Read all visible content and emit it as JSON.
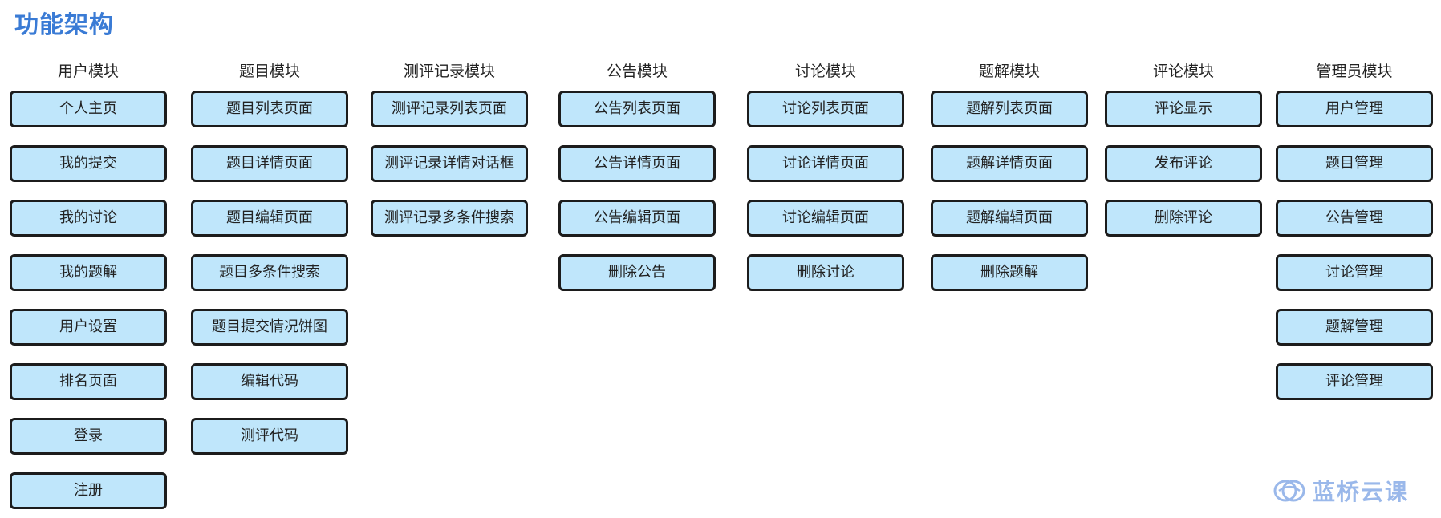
{
  "title": "功能架构",
  "columns": [
    {
      "header": "用户模块",
      "items": [
        "个人主页",
        "我的提交",
        "我的讨论",
        "我的题解",
        "用户设置",
        "排名页面",
        "登录",
        "注册"
      ]
    },
    {
      "header": "题目模块",
      "items": [
        "题目列表页面",
        "题目详情页面",
        "题目编辑页面",
        "题目多条件搜索",
        "题目提交情况饼图",
        "编辑代码",
        "测评代码"
      ]
    },
    {
      "header": "测评记录模块",
      "items": [
        "测评记录列表页面",
        "测评记录详情对话框",
        "测评记录多条件搜索"
      ]
    },
    {
      "header": "公告模块",
      "items": [
        "公告列表页面",
        "公告详情页面",
        "公告编辑页面",
        "删除公告"
      ]
    },
    {
      "header": "讨论模块",
      "items": [
        "讨论列表页面",
        "讨论详情页面",
        "讨论编辑页面",
        "删除讨论"
      ]
    },
    {
      "header": "题解模块",
      "items": [
        "题解列表页面",
        "题解详情页面",
        "题解编辑页面",
        "删除题解"
      ]
    },
    {
      "header": "评论模块",
      "items": [
        "评论显示",
        "发布评论",
        "删除评论"
      ]
    },
    {
      "header": "管理员模块",
      "items": [
        "用户管理",
        "题目管理",
        "公告管理",
        "讨论管理",
        "题解管理",
        "评论管理"
      ]
    }
  ],
  "watermark": {
    "text": "蓝桥云课",
    "icon": "lanqiao-logo-icon",
    "color": "#9ab8ea"
  },
  "colors": {
    "title": "#3a7bd5",
    "box_fill": "#bfe6fb",
    "box_border": "#1c1c1c"
  }
}
